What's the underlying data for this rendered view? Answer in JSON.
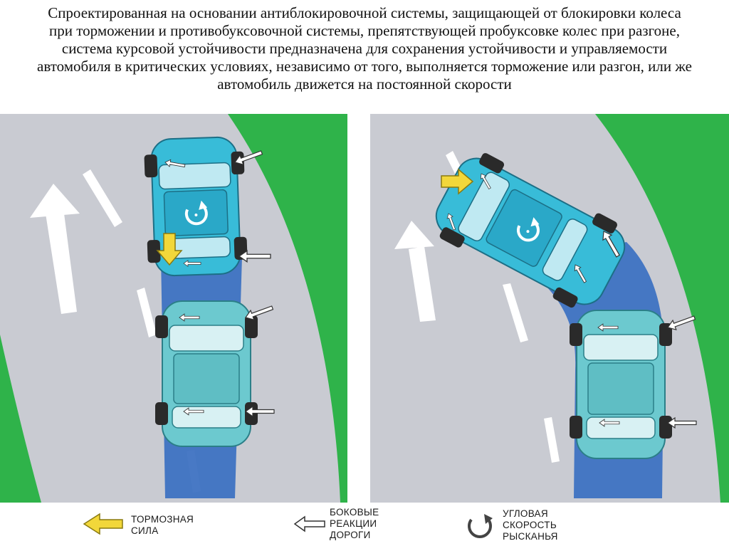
{
  "slide": {
    "text_lines": [
      "Спроектированная на основании антиблокировочной системы, защищающей от блокировки колеса",
      "при торможении и противобуксовочной системы, препятствующей пробуксовке колес при разгоне,",
      "система курсовой устойчивости предназначена для сохранения устойчивости и управляемости",
      "автомобиля в критических условиях, независимо от того, выполняется торможение или разгон, или же",
      "автомобиль движется на постоянной скорости"
    ]
  },
  "legend": {
    "braking_force": [
      "ТОРМОЗНАЯ",
      "СИЛА"
    ],
    "lateral_reactions": [
      "БОКОВЫЕ",
      "РЕАКЦИИ",
      "ДОРОГИ"
    ],
    "yaw_rate": [
      "УГЛОВАЯ",
      "СКОРОСТЬ",
      "РЫСКАНЬЯ"
    ]
  },
  "colors": {
    "grass": "#2fb34a",
    "road": "#c9cbd2",
    "path": "#3e72c2",
    "car_front": "#38bcd8",
    "car_rear": "#6cc9cf",
    "braking_arrow": "#f2d73a",
    "reaction_arrow": "#ffffff"
  }
}
